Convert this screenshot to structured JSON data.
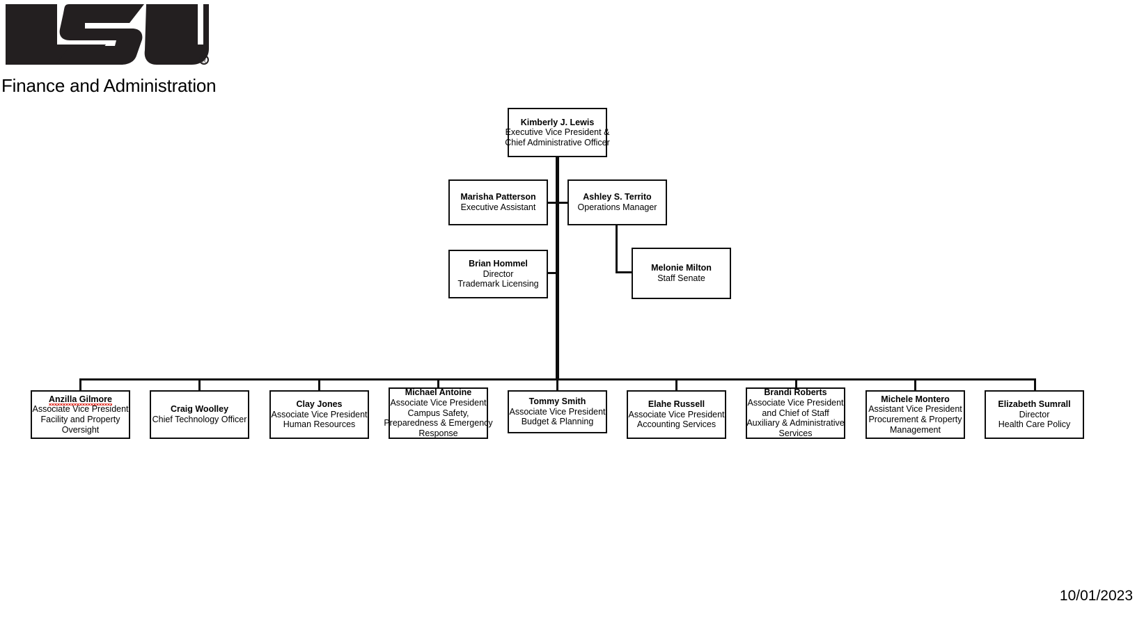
{
  "header": {
    "logo_name": "lsu-logo",
    "logo_text": "LSU",
    "registered_mark": "®",
    "department": "Finance and Administration"
  },
  "footer": {
    "date": "10/01/2023"
  },
  "colors": {
    "line": "#0d0d0d",
    "box_border": "#0d0d0d",
    "background": "#ffffff",
    "text": "#000000",
    "spellcheck_underline": "#e02b20"
  },
  "chart_data": {
    "type": "org-chart",
    "title": "Finance and Administration",
    "date": "10/01/2023",
    "root": {
      "id": "kimberly-lewis",
      "name": "Kimberly J. Lewis",
      "title_lines": [
        "Executive Vice President &",
        "Chief Administrative Officer"
      ]
    },
    "staff": [
      {
        "id": "marisha-patterson",
        "name": "Marisha Patterson",
        "title_lines": [
          "Executive Assistant"
        ]
      },
      {
        "id": "ashley-territo",
        "name": "Ashley S. Territo",
        "title_lines": [
          "Operations Manager"
        ]
      },
      {
        "id": "brian-hommel",
        "name": "Brian Hommel",
        "title_lines": [
          "Director",
          "Trademark Licensing"
        ]
      },
      {
        "id": "melonie-milton",
        "name": "Melonie Milton",
        "title_lines": [
          "Staff Senate"
        ],
        "reports_to": "ashley-territo"
      }
    ],
    "direct_reports": [
      {
        "id": "anzilla-gilmore",
        "name": "Anzilla Gilmore",
        "name_misspelled": true,
        "title_lines": [
          "Associate Vice President",
          "Facility and Property",
          "Oversight"
        ]
      },
      {
        "id": "craig-woolley",
        "name": "Craig Woolley",
        "title_lines": [
          "Chief Technology Officer"
        ]
      },
      {
        "id": "clay-jones",
        "name": "Clay Jones",
        "title_lines": [
          "Associate Vice President",
          "Human Resources"
        ]
      },
      {
        "id": "michael-antoine",
        "name": "Michael Antoine",
        "title_lines": [
          "Associate Vice President",
          "Campus Safety,",
          "Preparedness & Emergency",
          "Response"
        ]
      },
      {
        "id": "tommy-smith",
        "name": "Tommy Smith",
        "title_lines": [
          "Associate Vice President",
          "Budget & Planning"
        ]
      },
      {
        "id": "elahe-russell",
        "name": "Elahe Russell",
        "title_lines": [
          "Associate Vice President",
          "Accounting Services"
        ]
      },
      {
        "id": "brandi-roberts",
        "name": "Brandi Roberts",
        "title_lines": [
          "Associate Vice President",
          "and Chief of Staff",
          "Auxiliary & Administrative",
          "Services"
        ]
      },
      {
        "id": "michele-montero",
        "name": "Michele Montero",
        "title_lines": [
          "Assistant Vice President",
          "Procurement & Property",
          "Management"
        ]
      },
      {
        "id": "elizabeth-sumrall",
        "name": "Elizabeth Sumrall",
        "title_lines": [
          "Director",
          "Health Care Policy"
        ]
      }
    ]
  }
}
